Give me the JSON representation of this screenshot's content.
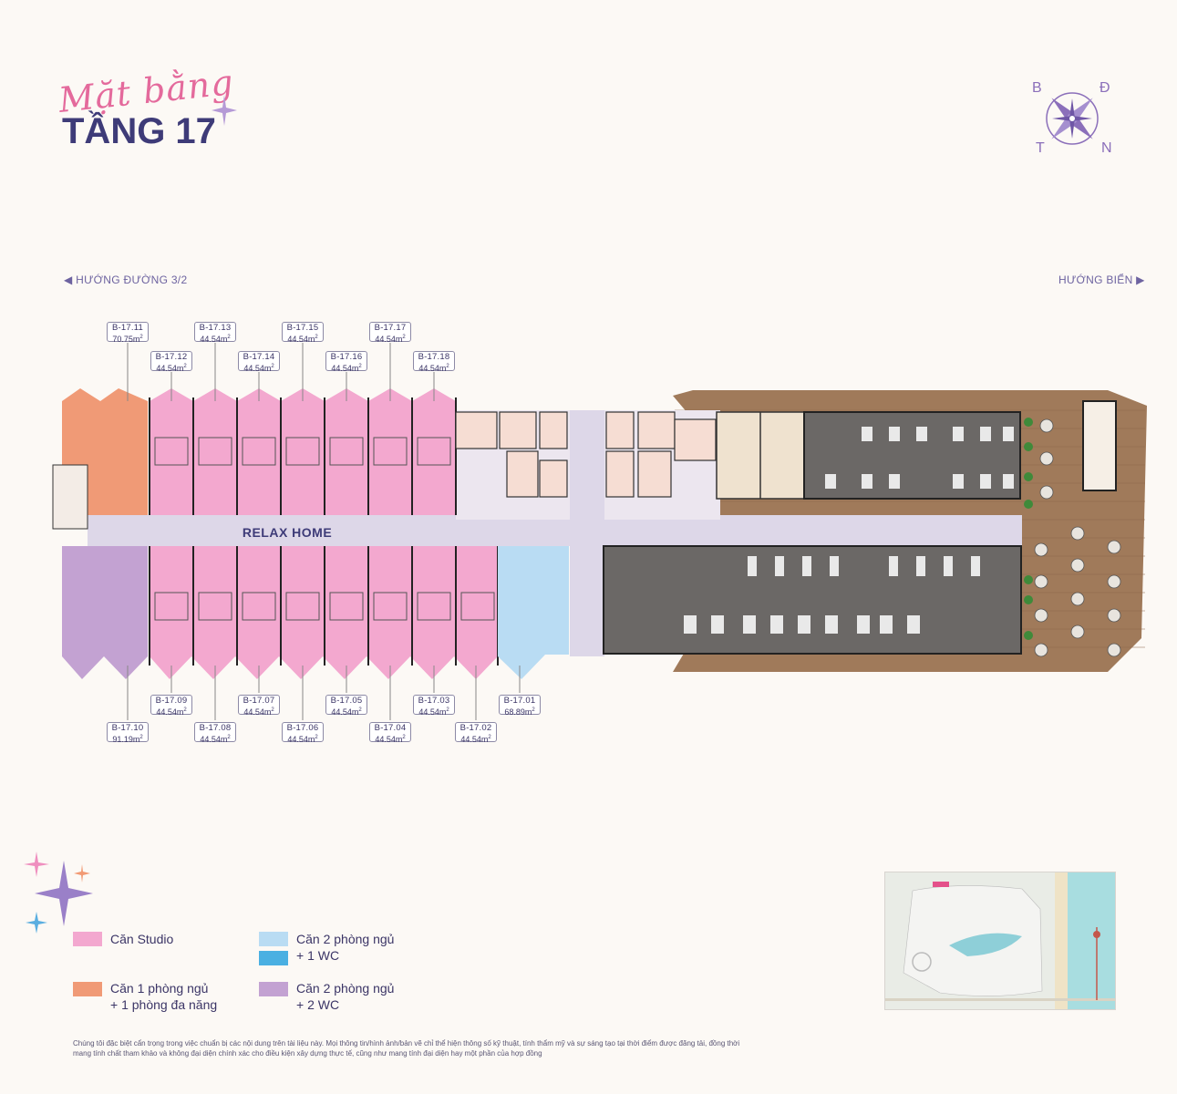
{
  "header": {
    "script_title": "Mặt bằng",
    "main_title": "TẦNG 17"
  },
  "compass": {
    "north_left": "B",
    "east": "Đ",
    "west": "T",
    "south": "N"
  },
  "directions": {
    "left": "◀ HƯỚNG ĐƯỜNG 3/2",
    "right": "HƯỚNG BIỂN ▶"
  },
  "plan": {
    "corridor_label": "RELAX HOME",
    "top_units": [
      {
        "id": "B-17.11",
        "area": "70.75m"
      },
      {
        "id": "B-17.12",
        "area": "44.54m"
      },
      {
        "id": "B-17.13",
        "area": "44.54m"
      },
      {
        "id": "B-17.14",
        "area": "44.54m"
      },
      {
        "id": "B-17.15",
        "area": "44.54m"
      },
      {
        "id": "B-17.16",
        "area": "44.54m"
      },
      {
        "id": "B-17.17",
        "area": "44.54m"
      },
      {
        "id": "B-17.18",
        "area": "44.54m"
      }
    ],
    "bottom_units": [
      {
        "id": "B-17.10",
        "area": "91.19m"
      },
      {
        "id": "B-17.09",
        "area": "44.54m"
      },
      {
        "id": "B-17.08",
        "area": "44.54m"
      },
      {
        "id": "B-17.07",
        "area": "44.54m"
      },
      {
        "id": "B-17.06",
        "area": "44.54m"
      },
      {
        "id": "B-17.05",
        "area": "44.54m"
      },
      {
        "id": "B-17.04",
        "area": "44.54m"
      },
      {
        "id": "B-17.03",
        "area": "44.54m"
      },
      {
        "id": "B-17.02",
        "area": "44.54m"
      },
      {
        "id": "B-17.01",
        "area": "68.89m"
      }
    ]
  },
  "legend": {
    "studio": "Căn Studio",
    "one_bed_line1": "Căn 1 phòng ngủ",
    "one_bed_line2": "+ 1 phòng đa năng",
    "two_bed_1wc_line1": "Căn 2 phòng ngủ",
    "two_bed_1wc_line2": "+ 1 WC",
    "two_bed_2wc_line1": "Căn 2 phòng ngủ",
    "two_bed_2wc_line2": "+ 2 WC"
  },
  "colors": {
    "studio": "#f3a8cf",
    "one_bed": "#f09a76",
    "two_bed_1wc_light": "#b9dcf3",
    "two_bed_1wc_dark": "#4ab0e2",
    "two_bed_2wc": "#c3a2d2",
    "corridor": "#ddd7e8",
    "deck": "#a07a5a",
    "floor_gray": "#6b6866"
  },
  "disclaimer": "Chúng tôi đặc biệt cẩn trọng trong việc chuẩn bị các nội dung trên tài liệu này. Mọi thông tin/hình ảnh/bản vẽ chỉ thể hiện thông số kỹ thuật, tính thẩm mỹ và sự sáng tạo tại thời điểm được đăng tải, đồng thời mang tính chất tham khảo và không đại diện chính xác cho điều kiện xây dựng thực tế, cũng như mang tính đại diện hay một phần của hợp đồng"
}
